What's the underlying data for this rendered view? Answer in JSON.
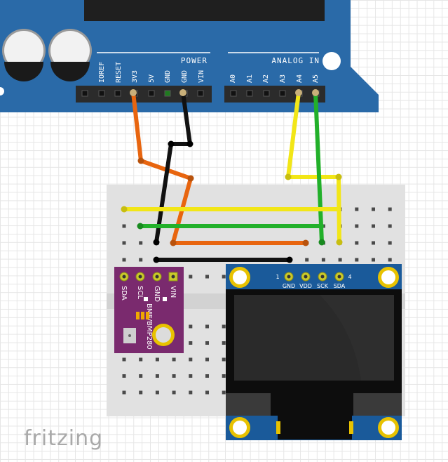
{
  "arduino": {
    "power_header_label": "POWER",
    "analog_header_label": "ANALOG IN",
    "power_pins": [
      "IOREF",
      "RESET",
      "3V3",
      "5V",
      "GND",
      "GND",
      "VIN"
    ],
    "analog_pins": [
      "A0",
      "A1",
      "A2",
      "A3",
      "A4",
      "A5"
    ]
  },
  "bme280": {
    "pins": [
      "SDA",
      "SCL",
      "GND",
      "VIN"
    ],
    "name": "BME/BMP280"
  },
  "oled": {
    "pin_start_number": "1",
    "pin_end_number": "4",
    "pins": [
      "GND",
      "VDD",
      "SCK",
      "SDA"
    ]
  },
  "wire_colors": {
    "power_3v3": "#e8650f",
    "ground": "#111111",
    "a4_sda": "#f2e617",
    "a5_scl": "#22b02a"
  },
  "logo": "fritzing"
}
